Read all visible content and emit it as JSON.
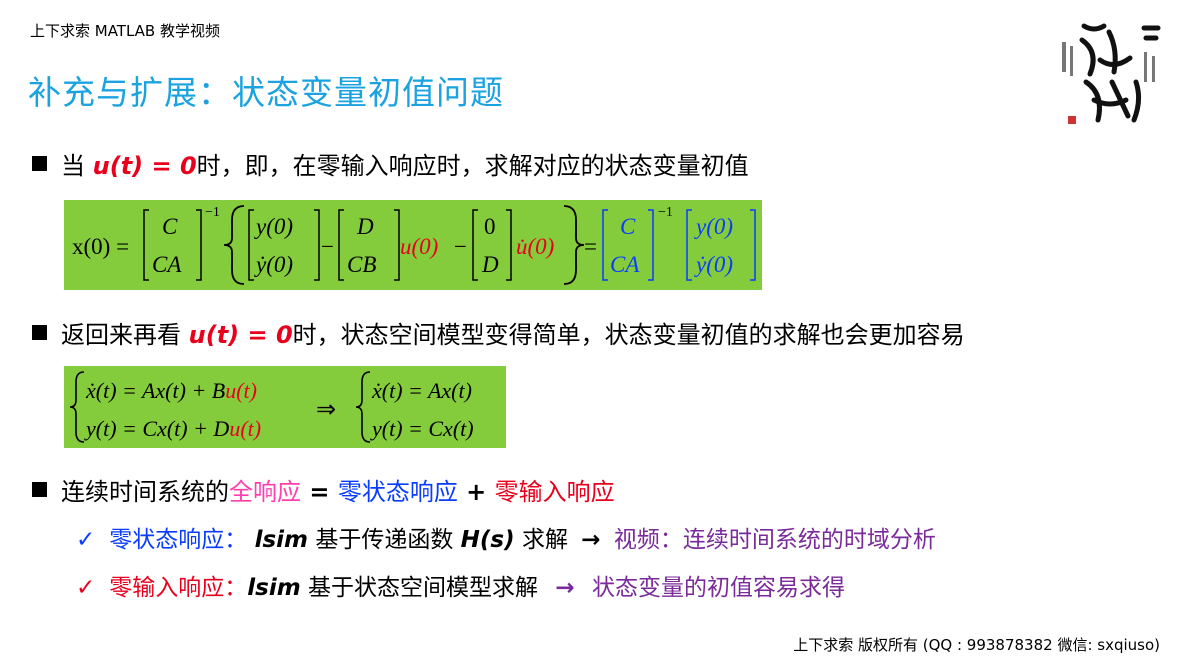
{
  "header": {
    "text": "上下求索 MATLAB 教学视频"
  },
  "title": "补充与扩展：状态变量初值问题",
  "bullet1": {
    "prefix": "当",
    "cond": "u(t) = 0",
    "suffix": "时，即，在零输入响应时，求解对应的状态变量初值"
  },
  "eq1": {
    "lhs": "x(0) =",
    "m1_top": "C",
    "m1_bot": "CA",
    "inv": "−1",
    "y_top": "y(0)",
    "y_bot": "ẏ(0)",
    "minus": "−",
    "m2_top": "D",
    "m2_bot": "CB",
    "u": "u(0)",
    "m3_top": "0",
    "m3_bot": "D",
    "ud": "u̇(0)",
    "eq": "=",
    "m4_top": "C",
    "m4_bot": "CA",
    "v_top": "y(0)",
    "v_bot": "ẏ(0)"
  },
  "bullet2": {
    "prefix": "返回来再看",
    "cond": "u(t) = 0",
    "suffix": "时，状态空间模型变得简单，状态变量初值的求解也会更加容易"
  },
  "eq2": {
    "l1a": "ẋ(t) = Ax(t) + B",
    "l1b": "u(t)",
    "l2a": "y(t) = Cx(t) + D",
    "l2b": "u(t)",
    "arrow": "⇒",
    "r1": "ẋ(t) = Ax(t)",
    "r2": "y(t) = Cx(t)"
  },
  "bullet3": {
    "prefix": "连续时间系统的",
    "full": "全响应",
    "eq": " = ",
    "zs": "零状态响应",
    "plus": " + ",
    "zi": "零输入响应"
  },
  "sub1": {
    "check": "✓",
    "label": "零状态响应：",
    "cmd": "lsim",
    "text1": "基于传递函数",
    "hs": "H(s)",
    "text2": "求解",
    "arrow": "→",
    "link": "视频：连续时间系统的时域分析"
  },
  "sub2": {
    "check": "✓",
    "label": "零输入响应：",
    "cmd": "lsim",
    "text1": "基于状态空间模型求解",
    "arrow": "→",
    "link": "状态变量的初值容易求得"
  },
  "footer": {
    "text": "上下求索  版权所有  (QQ : 993878382   微信: sxqiuso)"
  },
  "colors": {
    "title": "#1aa3e0",
    "green_box": "#84cc3c",
    "red": "#e8001c",
    "blue": "#0a3cff",
    "magenta": "#ff3fb0",
    "purple": "#7a2a9a"
  }
}
